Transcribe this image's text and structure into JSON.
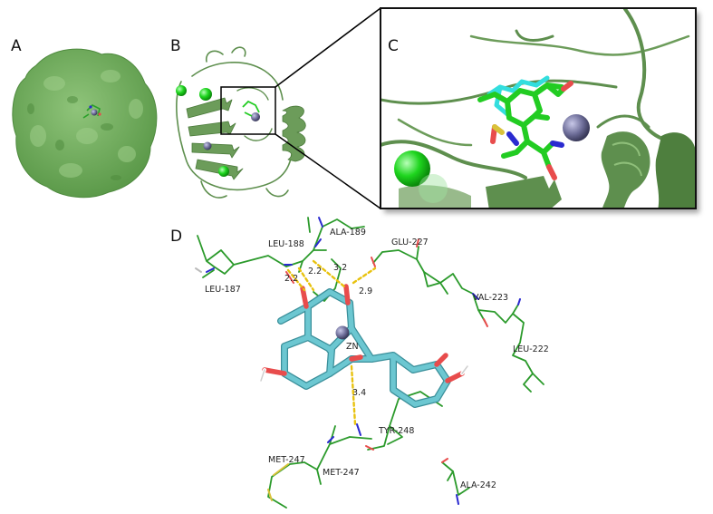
{
  "panels": {
    "a": "A",
    "b": "B",
    "c": "C",
    "d": "D"
  },
  "residues": {
    "leu187": "LEU-187",
    "leu188": "LEU-188",
    "ala189": "ALA-189",
    "glu227": "GLU-227",
    "val223": "VAL-223",
    "leu222": "LEU-222",
    "tyr248": "TYR-248",
    "met247a": "MET-247",
    "met247b": "MET-247",
    "ala242": "ALA-242",
    "zn": "ZN"
  },
  "distances": {
    "d1": "2.2",
    "d2": "2.2",
    "d3": "3.2",
    "d4": "2.9",
    "d5": "3.4"
  },
  "colors": {
    "protein_surface": "#78ae64",
    "protein_cartoon": "#5e8f4e",
    "calcium": "#1ed51e",
    "zinc": "#6e6e99",
    "ligand_carbon": "#6cc7d1",
    "ligand_oxygen": "#e84c4c",
    "residue_carbon": "#2b9a2b",
    "nitrogen": "#2a2ad0",
    "sulfur": "#d9c23a",
    "hbond": "#e8c20e"
  }
}
